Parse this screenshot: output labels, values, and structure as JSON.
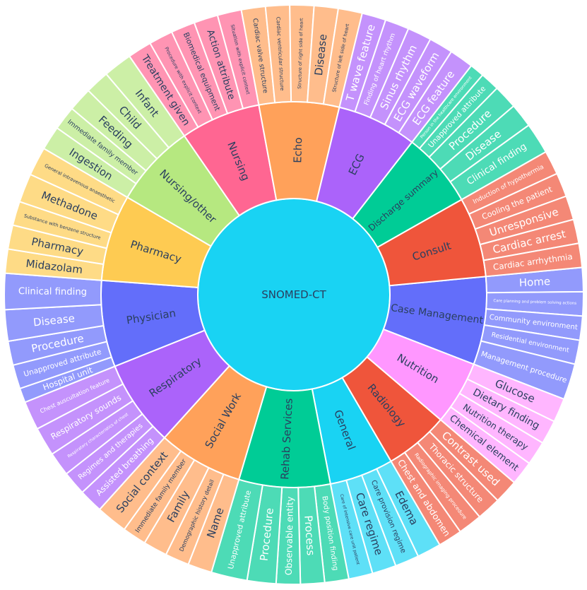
{
  "chart_data": {
    "type": "sunburst",
    "root": {
      "label": "SNOMED-CT",
      "color": "#19d3f3"
    },
    "categories": [
      {
        "label": "Case Management",
        "color": "#636efa",
        "children": [
          {
            "label": "Home",
            "value": 1
          },
          {
            "label": "Care planning and problem solving actions",
            "value": 1
          },
          {
            "label": "Community environment",
            "value": 1
          },
          {
            "label": "Residential environment",
            "value": 1
          },
          {
            "label": "Management procedure",
            "value": 1.5
          }
        ]
      },
      {
        "label": "Nutrition",
        "color": "#ff97ff",
        "children": [
          {
            "label": "Glucose",
            "value": 1
          },
          {
            "label": "Dietary finding",
            "value": 1
          },
          {
            "label": "Nutrition therapy",
            "value": 1
          },
          {
            "label": "Chemical element",
            "value": 1
          }
        ]
      },
      {
        "label": "Radiology",
        "color": "#ef553b",
        "children": [
          {
            "label": "Contrast used",
            "value": 1
          },
          {
            "label": "Thoracic structure",
            "value": 1
          },
          {
            "label": "Radiographic imaging procedure",
            "value": 1
          },
          {
            "label": "Chest and abdomen",
            "value": 1
          }
        ]
      },
      {
        "label": "General",
        "color": "#19d3f3",
        "children": [
          {
            "label": "Edema",
            "value": 1
          },
          {
            "label": "Care provision regime",
            "value": 1
          },
          {
            "label": "Care regime",
            "value": 1
          },
          {
            "label": "Care of intensive care unit patient",
            "value": 1
          }
        ]
      },
      {
        "label": "Rehab Services",
        "color": "#00cc96",
        "children": [
          {
            "label": "Body position finding",
            "value": 1
          },
          {
            "label": "Process",
            "value": 1
          },
          {
            "label": "Observable entity",
            "value": 1
          },
          {
            "label": "Procedure",
            "value": 1.2
          },
          {
            "label": "Unapproved attribute",
            "value": 1.5
          }
        ]
      },
      {
        "label": "Social Work",
        "color": "#ffa15a",
        "children": [
          {
            "label": "Name",
            "value": 1
          },
          {
            "label": "Demographic history detail",
            "value": 1
          },
          {
            "label": "Family",
            "value": 1
          },
          {
            "label": "Immediate family member",
            "value": 1
          },
          {
            "label": "Social context",
            "value": 1.3
          }
        ]
      },
      {
        "label": "Respiratory",
        "color": "#ab63fa",
        "children": [
          {
            "label": "Assisted breathing",
            "value": 1
          },
          {
            "label": "Regimes and therapies",
            "value": 1
          },
          {
            "label": "Respiratory characteristics of chest",
            "value": 1
          },
          {
            "label": "Respiratory sounds",
            "value": 1.2
          },
          {
            "label": "Chest auscultation feature",
            "value": 1.2
          }
        ]
      },
      {
        "label": "Physician",
        "color": "#636efa",
        "children": [
          {
            "label": "Hospital unit",
            "value": 0.6
          },
          {
            "label": "Unapproved attribute",
            "value": 1
          },
          {
            "label": "Procedure",
            "value": 1
          },
          {
            "label": "Disease",
            "value": 1.3
          },
          {
            "label": "Clinical finding",
            "value": 1.5
          }
        ]
      },
      {
        "label": "Pharmacy",
        "color": "#fecb52",
        "children": [
          {
            "label": "Midazolam",
            "value": 1
          },
          {
            "label": "Pharmacy",
            "value": 1
          },
          {
            "label": "Substance with benzene structure",
            "value": 1
          },
          {
            "label": "Methadone",
            "value": 1.2
          },
          {
            "label": "General intravenous anaesthetic",
            "value": 1.2
          }
        ]
      },
      {
        "label": "Nursing/other",
        "color": "#b6e880",
        "children": [
          {
            "label": "Ingestion",
            "value": 1
          },
          {
            "label": "Immediate family member",
            "value": 1
          },
          {
            "label": "Feeding",
            "value": 1
          },
          {
            "label": "Child",
            "value": 1
          },
          {
            "label": "Infant",
            "value": 1.2
          }
        ]
      },
      {
        "label": "Nursing",
        "color": "#ff6692",
        "children": [
          {
            "label": "Treatment given",
            "value": 1
          },
          {
            "label": "Procedure with explicit context",
            "value": 1
          },
          {
            "label": "Biomedical equipment",
            "value": 1
          },
          {
            "label": "Action attribute",
            "value": 1
          },
          {
            "label": "Situation with explicit context",
            "value": 1
          }
        ]
      },
      {
        "label": "Echo",
        "color": "#ffa15a",
        "children": [
          {
            "label": "Cardiac valve structure",
            "value": 1
          },
          {
            "label": "Cardiac ventricular structure",
            "value": 1
          },
          {
            "label": "Structure of right side of heart",
            "value": 1
          },
          {
            "label": "Disease",
            "value": 1
          },
          {
            "label": "Structure of left side of heart",
            "value": 1
          }
        ]
      },
      {
        "label": "ECG",
        "color": "#ab63fa",
        "children": [
          {
            "label": "T wave feature",
            "value": 1
          },
          {
            "label": "Finding of heart rhythm",
            "value": 1
          },
          {
            "label": "Sinus rhythm",
            "value": 1
          },
          {
            "label": "ECG waveform",
            "value": 1
          },
          {
            "label": "ECG feature",
            "value": 1
          }
        ]
      },
      {
        "label": "Discharge summary",
        "color": "#00cc96",
        "children": [
          {
            "label": "Person in the healthcare environment",
            "value": 0.6
          },
          {
            "label": "Unapproved attribute",
            "value": 0.8
          },
          {
            "label": "Procedure",
            "value": 1
          },
          {
            "label": "Disease",
            "value": 1
          },
          {
            "label": "Clinical finding",
            "value": 1.3
          }
        ]
      },
      {
        "label": "Consult",
        "color": "#ef553b",
        "children": [
          {
            "label": "Induction of hypothermia",
            "value": 1
          },
          {
            "label": "Cooling the patient",
            "value": 1
          },
          {
            "label": "Unresponsive",
            "value": 1
          },
          {
            "label": "Cardiac arrest",
            "value": 1
          },
          {
            "label": "Cardiac arrhythmia",
            "value": 1
          }
        ]
      }
    ]
  }
}
